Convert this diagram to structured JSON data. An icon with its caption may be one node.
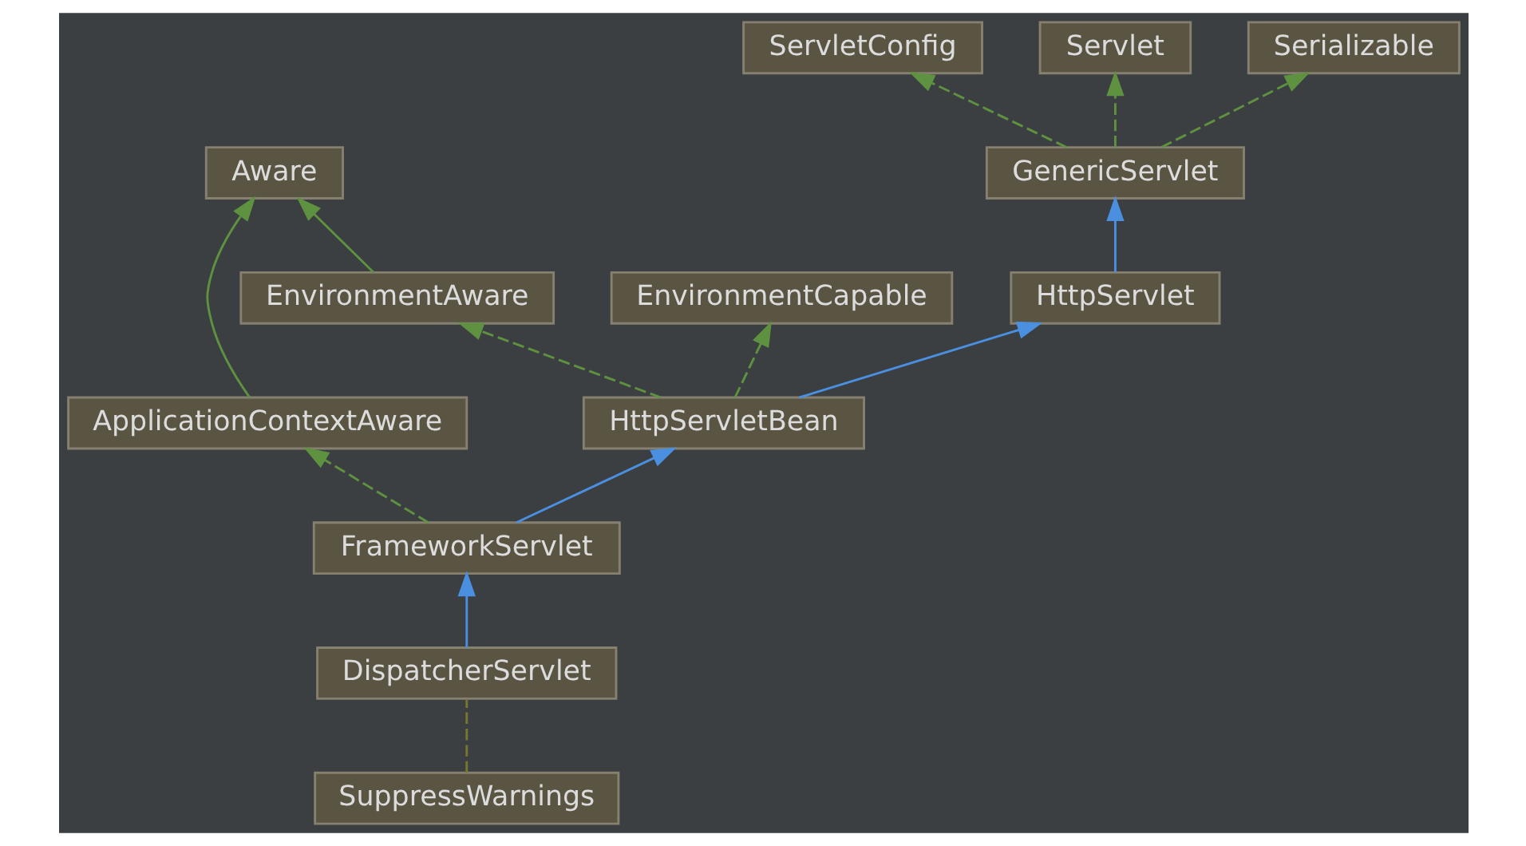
{
  "diagram": {
    "nodes": [
      {
        "text": [
          "ServletConfig"
        ]
      },
      {
        "text": [
          "Servlet"
        ]
      },
      {
        "text": [
          "Serializable"
        ]
      },
      {
        "text": [
          "Aware"
        ]
      },
      {
        "text": [
          "GenericServlet"
        ]
      },
      {
        "text": [
          "ApplicationContextAware"
        ]
      },
      {
        "text": [
          "EnvironmentAware"
        ]
      },
      {
        "text": [
          "EnvironmentCapable"
        ]
      },
      {
        "text": [
          "HttpServlet"
        ]
      },
      {
        "text": [
          "HttpServletBean"
        ]
      },
      {
        "text": [
          "SuppressWarnings"
        ]
      },
      {
        "text": [
          "FrameworkServlet"
        ]
      },
      {
        "text": [
          "DispatcherServlet"
        ]
      }
    ],
    "edges": [
      {
        "from": 4,
        "to": 0,
        "arrow": "to",
        "style": "dashed"
      },
      {
        "from": 4,
        "to": 1,
        "arrow": "to",
        "style": "dashed"
      },
      {
        "from": 4,
        "to": 2,
        "arrow": "to",
        "style": "dashed"
      },
      {
        "from": 5,
        "to": 3,
        "arrow": "to"
      },
      {
        "from": 6,
        "to": 3,
        "arrow": "to"
      },
      {
        "from": 8,
        "to": 4,
        "arrow": "to",
        "color": "#4a8fe0"
      },
      {
        "from": 9,
        "to": 6,
        "arrow": "to",
        "style": "dashed"
      },
      {
        "from": 9,
        "to": 7,
        "arrow": "to",
        "style": "dashed"
      },
      {
        "from": 9,
        "to": 8,
        "arrow": "to",
        "color": "#4a8fe0"
      },
      {
        "from": 11,
        "to": 5,
        "arrow": "to",
        "style": "dashed"
      },
      {
        "from": 11,
        "to": 9,
        "arrow": "to",
        "color": "#4a8fe0"
      },
      {
        "from": 12,
        "to": 11,
        "arrow": "to",
        "color": "#4a8fe0"
      },
      {
        "from": 10,
        "to": 12,
        "arrow": "none",
        "style": "dashed",
        "color": "#77772e"
      }
    ]
  }
}
